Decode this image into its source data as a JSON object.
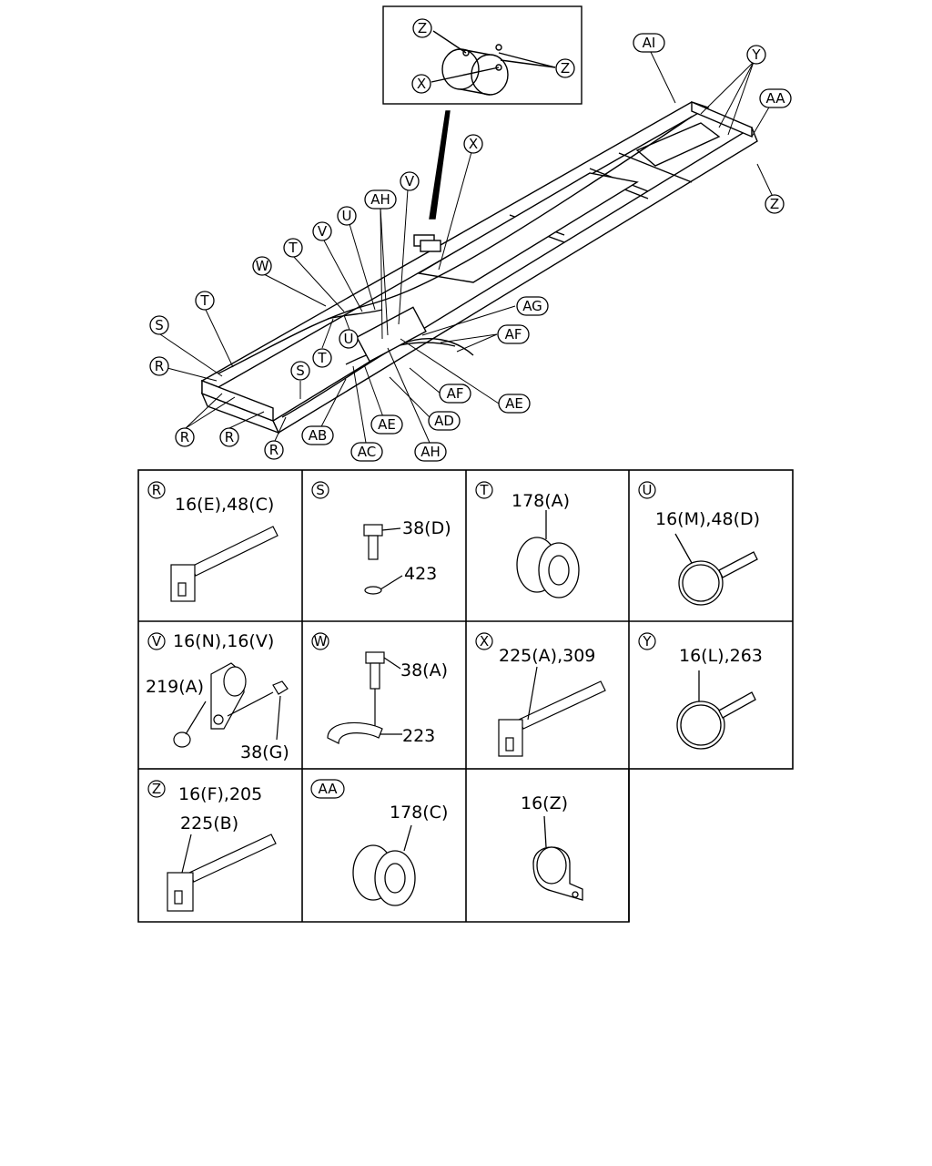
{
  "callouts": [
    {
      "id": "c-z1",
      "label": "Z"
    },
    {
      "id": "c-z2",
      "label": "Z"
    },
    {
      "id": "c-x1",
      "label": "X"
    },
    {
      "id": "c-ai",
      "label": "AI"
    },
    {
      "id": "c-y",
      "label": "Y"
    },
    {
      "id": "c-aa",
      "label": "AA"
    },
    {
      "id": "c-z3",
      "label": "Z"
    },
    {
      "id": "c-x2",
      "label": "X"
    },
    {
      "id": "c-v1",
      "label": "V"
    },
    {
      "id": "c-ah1",
      "label": "AH"
    },
    {
      "id": "c-u1",
      "label": "U"
    },
    {
      "id": "c-v2",
      "label": "V"
    },
    {
      "id": "c-t1",
      "label": "T"
    },
    {
      "id": "c-w",
      "label": "W"
    },
    {
      "id": "c-t2",
      "label": "T"
    },
    {
      "id": "c-s1",
      "label": "S"
    },
    {
      "id": "c-r1",
      "label": "R"
    },
    {
      "id": "c-t3",
      "label": "T"
    },
    {
      "id": "c-u2",
      "label": "U"
    },
    {
      "id": "c-s2",
      "label": "S"
    },
    {
      "id": "c-r2",
      "label": "R"
    },
    {
      "id": "c-r3",
      "label": "R"
    },
    {
      "id": "c-r4",
      "label": "R"
    },
    {
      "id": "c-ag",
      "label": "AG"
    },
    {
      "id": "c-af1",
      "label": "AF"
    },
    {
      "id": "c-af2",
      "label": "AF"
    },
    {
      "id": "c-ae1",
      "label": "AE"
    },
    {
      "id": "c-ae2",
      "label": "AE"
    },
    {
      "id": "c-ad",
      "label": "AD"
    },
    {
      "id": "c-ab",
      "label": "AB"
    },
    {
      "id": "c-ac",
      "label": "AC"
    },
    {
      "id": "c-ah2",
      "label": "AH"
    }
  ],
  "legend": [
    {
      "id": "R",
      "letter": "R",
      "lines": [
        "16(E),48(C)"
      ]
    },
    {
      "id": "S",
      "letter": "S",
      "lines": [
        "38(D)",
        "423"
      ]
    },
    {
      "id": "T",
      "letter": "T",
      "lines": [
        "178(A)"
      ]
    },
    {
      "id": "U",
      "letter": "U",
      "lines": [
        "16(M),48(D)"
      ]
    },
    {
      "id": "V",
      "letter": "V",
      "lines": [
        "16(N),16(V)",
        "219(A)",
        "38(G)"
      ]
    },
    {
      "id": "W",
      "letter": "W",
      "lines": [
        "38(A)",
        "223"
      ]
    },
    {
      "id": "X",
      "letter": "X",
      "lines": [
        "225(A),309"
      ]
    },
    {
      "id": "Y",
      "letter": "Y",
      "lines": [
        "16(L),263"
      ]
    },
    {
      "id": "Z",
      "letter": "Z",
      "lines": [
        "16(F),205",
        "225(B)"
      ]
    },
    {
      "id": "AA",
      "letter": "AA",
      "lines": [
        "178(C)"
      ]
    },
    {
      "id": "blank",
      "letter": "",
      "lines": [
        "16(Z)"
      ]
    }
  ]
}
